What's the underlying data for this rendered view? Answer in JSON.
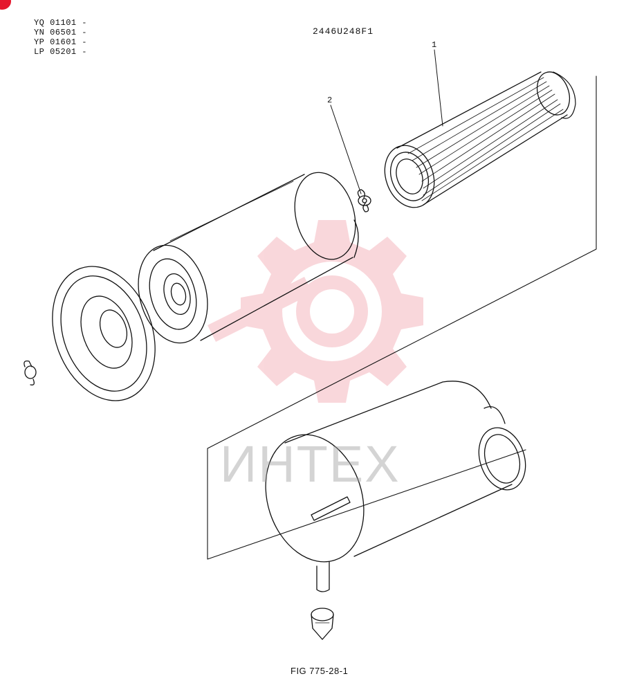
{
  "serial_ranges": [
    "YQ 01101 -",
    "YN 06501 -",
    "YP 01601 -",
    "LP 05201 -"
  ],
  "part_code": "2446U248F1",
  "callouts": {
    "c1": "1",
    "c2": "2"
  },
  "figure_label": "FIG 775-28-1",
  "watermark": {
    "text": "ИНТЕХ",
    "color": "#e5172d"
  }
}
